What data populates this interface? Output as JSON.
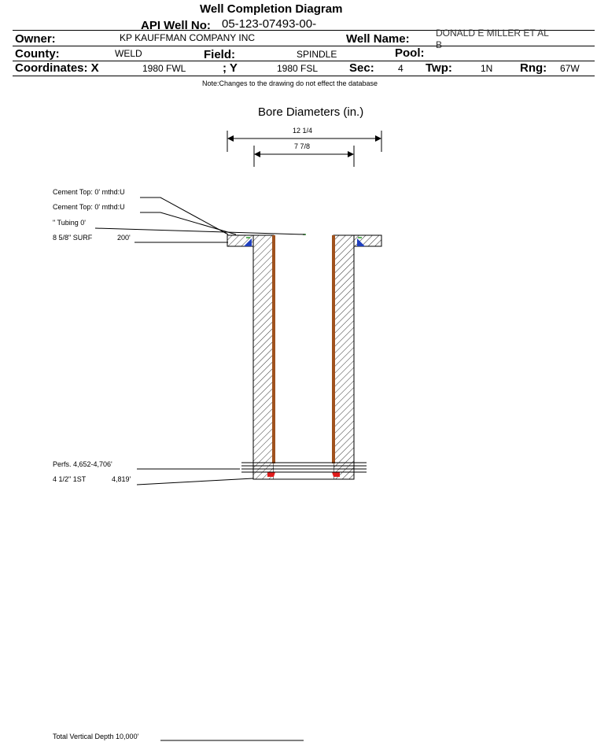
{
  "header": {
    "title": "Well Completion Diagram",
    "api_label": "API Well No:",
    "api_value": "05-123-07493-00-",
    "owner_label": "Owner:",
    "owner_value": "KP KAUFFMAN COMPANY INC",
    "well_name_label": "Well Name:",
    "well_name_value_line1": "DONALD E MILLER ET AL",
    "well_name_value_line2": "B",
    "county_label": "County:",
    "county_value": "WELD",
    "field_label": "Field:",
    "field_value": "SPINDLE",
    "pool_label": "Pool:",
    "pool_value": "",
    "coord_x_label": "Coordinates: X",
    "coord_x_value": "1980 FWL",
    "coord_y_label": "; Y",
    "coord_y_value": "1980 FSL",
    "sec_label": "Sec:",
    "sec_value": "4",
    "twp_label": "Twp:",
    "twp_value": "1N",
    "rng_label": "Rng:",
    "rng_value": "67W",
    "note": "Note:Changes to the drawing do not effect the database"
  },
  "diagram": {
    "bore_title": "Bore Diameters (in.)",
    "bore_outer": "12 1/4",
    "bore_inner": "7 7/8",
    "callouts": [
      "Cement Top: 0' mthd:U",
      "Cement Top: 0' mthd:U",
      "\" Tubing 0'",
      "8 5/8\" SURF",
      "200'",
      "Perfs. 4,652-4,706'",
      "4 1/2\" 1ST",
      "4,819'"
    ],
    "total_depth": "Total Vertical Depth 10,000'"
  },
  "colors": {
    "tubing": "#a0521e",
    "cement_surface": "#1f3fbf",
    "cement_prod": "#e01b1b",
    "marker": "#2a9a2a"
  }
}
